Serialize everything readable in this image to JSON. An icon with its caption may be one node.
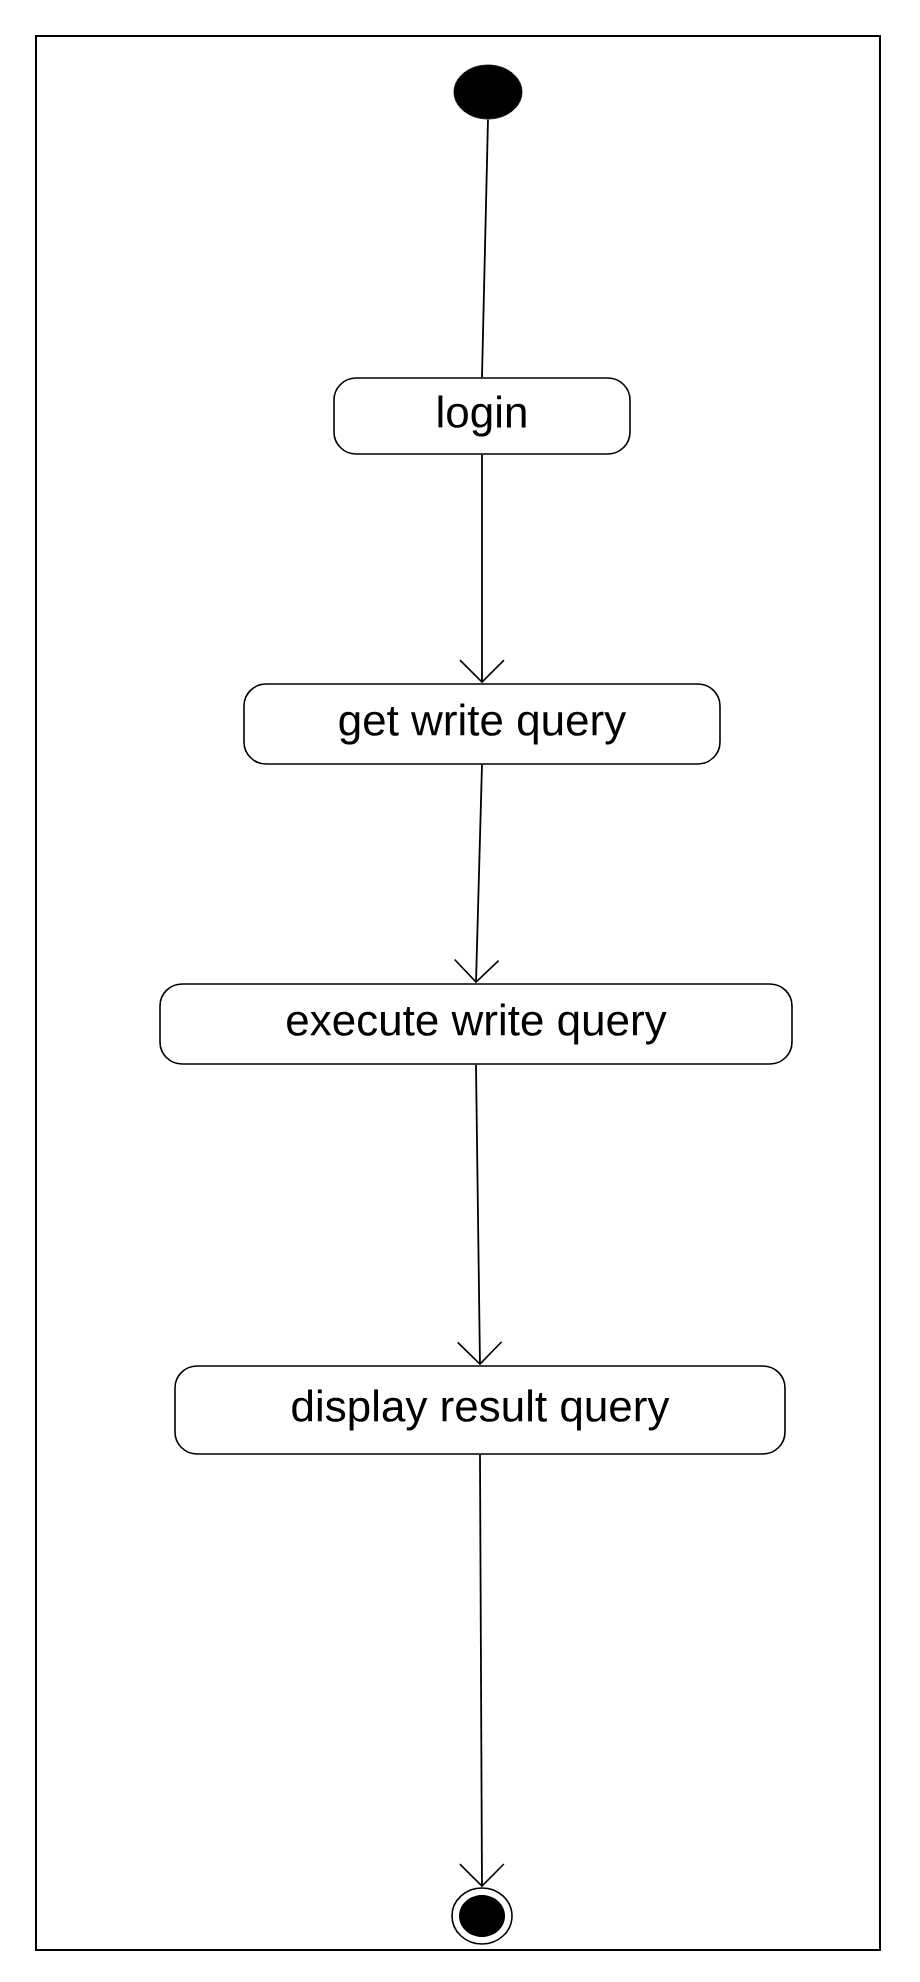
{
  "diagram": {
    "nodes": [
      {
        "text": [],
        "shape": "circle"
      },
      {
        "text": [
          "login"
        ]
      },
      {
        "text": [
          "get write query"
        ]
      },
      {
        "text": [
          "execute write  query"
        ]
      },
      {
        "text": [
          "display result query"
        ]
      },
      {
        "text": [],
        "shape": "bullseye"
      }
    ],
    "edges": [
      {
        "from": 0,
        "to": 1,
        "arrow": "none"
      },
      {
        "from": 1,
        "to": 2,
        "arrow": "to"
      },
      {
        "from": 2,
        "to": 3,
        "arrow": "to"
      },
      {
        "from": 3,
        "to": 4,
        "arrow": "to"
      },
      {
        "from": 4,
        "to": 5,
        "arrow": "to"
      }
    ]
  }
}
